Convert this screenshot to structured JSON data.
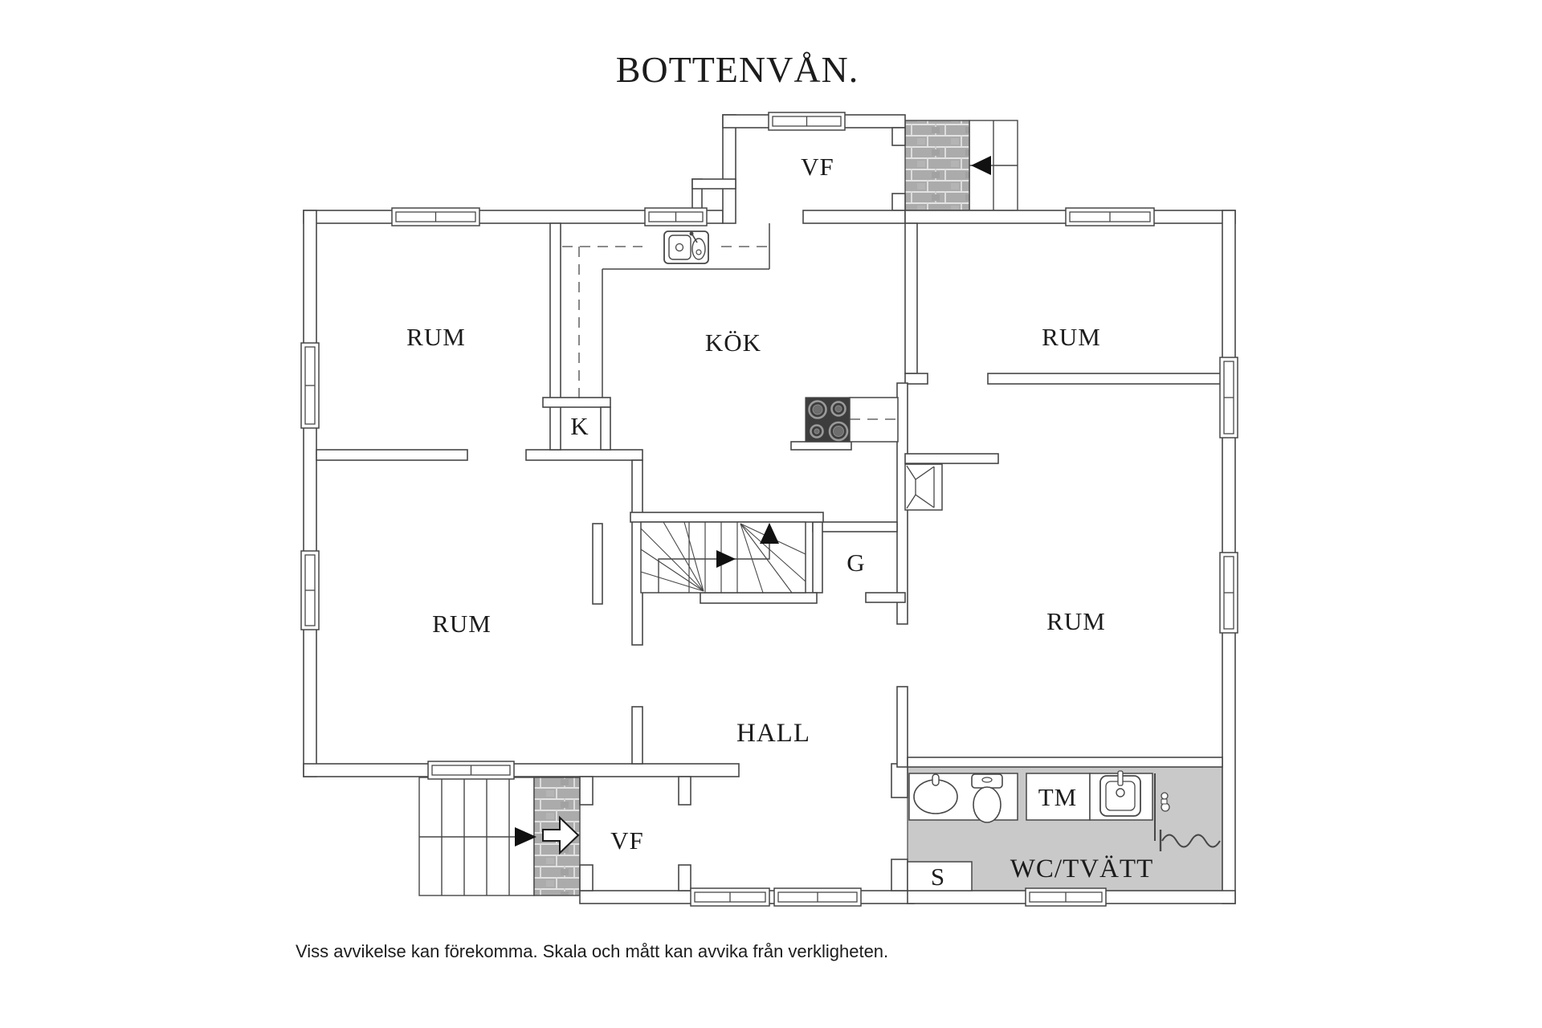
{
  "title": "BOTTENVÅN.",
  "footer": "Viss avvikelse kan förekomma. Skala och mått kan avvika från verkligheten.",
  "rooms": {
    "vf_top": "VF",
    "rum_top_left": "RUM",
    "kok": "KÖK",
    "k": "K",
    "rum_top_right": "RUM",
    "g": "G",
    "rum_bottom_left": "RUM",
    "rum_bottom_right": "RUM",
    "hall": "HALL",
    "vf_bottom": "VF",
    "tm": "TM",
    "s": "S",
    "wc_tvatt": "WC/TVÄTT"
  },
  "colors": {
    "background": "#ffffff",
    "wall_line": "#474747",
    "thin_line": "#555555",
    "brick_fill": "#ababab",
    "brick_joint": "#e2e2e2",
    "floor_gray": "#c9c9c9",
    "arrow_black": "#111111",
    "stove_body": "#3d3d3d",
    "burner_ring": "#9a9a9a",
    "burner_inner": "#6e6e6e",
    "text": "#1c1c1c"
  }
}
